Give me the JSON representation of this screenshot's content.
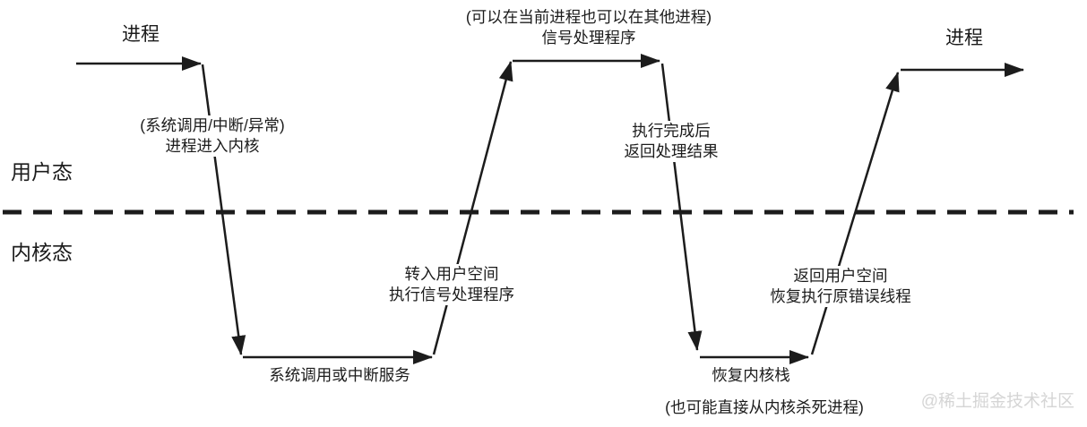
{
  "colors": {
    "line": "#1c1c1c",
    "text": "#1c1c1c",
    "watermark": "#d5d5d5",
    "background": "#ffffff"
  },
  "modes": {
    "user": "用户态",
    "kernel": "内核态"
  },
  "flow": {
    "process_start": "进程",
    "enter_kernel": {
      "note": "(系统调用/中断/异常)",
      "text": "进程进入内核"
    },
    "syscall_service": "系统调用或中断服务",
    "to_user_space": {
      "line1": "转入用户空间",
      "line2": "执行信号处理程序"
    },
    "signal_handler": {
      "note": "(可以在当前进程也可以在其他进程)",
      "text": "信号处理程序"
    },
    "exec_complete": {
      "line1": "执行完成后",
      "line2": "返回处理结果"
    },
    "restore_kernel_stack": "恢复内核栈",
    "kill_note": "(也可能直接从内核杀死进程)",
    "return_user_space": {
      "line1": "返回用户空间",
      "line2": "恢复执行原错误线程"
    },
    "process_end": "进程"
  },
  "watermark": "@稀土掘金技术社区"
}
